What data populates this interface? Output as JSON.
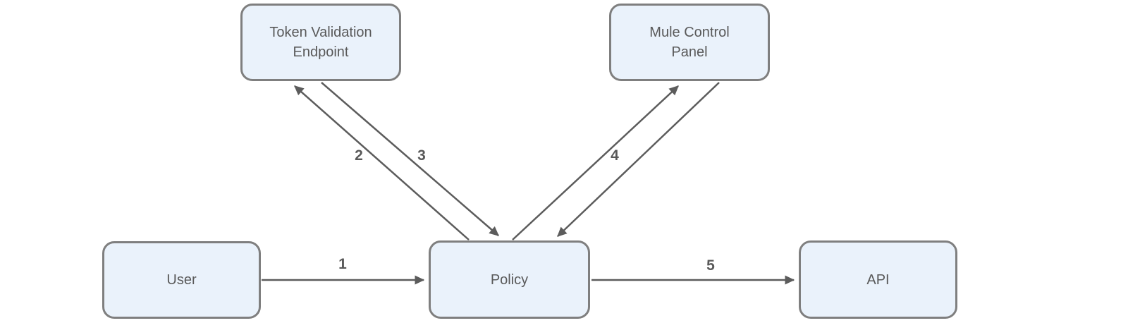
{
  "diagram": {
    "colors": {
      "bg": "#ffffff",
      "node-fill": "#eaf2fb",
      "node-border": "#7f7f7f",
      "edge-color": "#5c5c5c",
      "text-color": "#595959"
    },
    "nodes": [
      {
        "id": "token-validation-endpoint",
        "label": "Token Validation Endpoint"
      },
      {
        "id": "mule-control-panel",
        "label": "Mule Control Panel"
      },
      {
        "id": "user",
        "label": "User"
      },
      {
        "id": "policy",
        "label": "Policy"
      },
      {
        "id": "api",
        "label": "API"
      }
    ],
    "edges": [
      {
        "label": "1",
        "from": "user",
        "to": "policy"
      },
      {
        "label": "2",
        "from": "policy",
        "to": "token-validation-endpoint"
      },
      {
        "label": "3",
        "from": "token-validation-endpoint",
        "to": "policy"
      },
      {
        "label": "4",
        "from": "policy",
        "to": "mule-control-panel"
      },
      {
        "label": "",
        "from": "mule-control-panel",
        "to": "policy"
      },
      {
        "label": "5",
        "from": "policy",
        "to": "api"
      }
    ]
  }
}
